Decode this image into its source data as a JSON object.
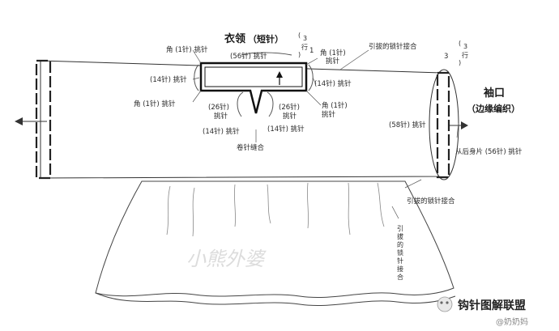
{
  "diagram": {
    "collar": {
      "title": "衣领",
      "paren_text": "（短针）",
      "stitches_56": "(56针) 挑针"
    },
    "cuff": {
      "title": "袖口",
      "subtitle": "（边缘编织）"
    },
    "left_corner_top": "角 (1针) 挑针",
    "left_14": "(14针) 挑针",
    "left_corner_bottom": "角 (1针) 挑针",
    "center_26_left": "(26针)",
    "center_26_left_2": "挑针",
    "center_26_right": "(26针)",
    "center_26_right_2": "挑针",
    "center_14_left": "(14针) 挑针",
    "center_14_right": "(14针) 挑针",
    "seam": "卷针缝合",
    "right_corner_top": "角 (1针)",
    "right_corner_top_2": "挑针",
    "right_14": "(14针) 挑针",
    "right_corner_bottom": "角 (1针)",
    "right_corner_bottom_2": "挑针",
    "rows_3a": "3",
    "rows_a_open": "(",
    "rows_a_value": "3",
    "rows_a_unit": "行",
    "rows_a_close": ")",
    "rows_1": "1",
    "pull_bind_top": "引拔的锁针接合",
    "rows_3b": "3",
    "rows_b_open": "(",
    "rows_b_value": "3",
    "rows_b_unit": "行",
    "rows_b_close": ")",
    "cuff_58": "(58针) 挑针",
    "back_56": "从后身片 (56针) 挑针",
    "pull_bind_bottom": "引拔的锁针接合",
    "pull_bind_vertical": [
      "引",
      "拔",
      "的",
      "锁",
      "针",
      "接",
      "合"
    ]
  },
  "watermark": "小熊外婆",
  "brand": {
    "name": "钩针图解联盟",
    "handle": "@奶奶妈"
  }
}
